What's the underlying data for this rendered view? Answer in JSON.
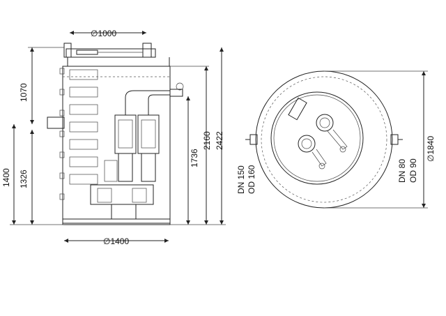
{
  "side_view": {
    "top_diameter": "∅1000",
    "bottom_diameter": "∅1400",
    "dim_1070": "1070",
    "dim_1400": "1400",
    "dim_1326": "1326",
    "dim_1736": "1736",
    "dim_2160": "2160",
    "dim_2422": "2422"
  },
  "top_view": {
    "inlet_dn": "DN 150",
    "inlet_od": "OD 160",
    "outlet_dn": "DN 80",
    "outlet_od": "OD 90",
    "outer_diameter": "∅1840"
  }
}
